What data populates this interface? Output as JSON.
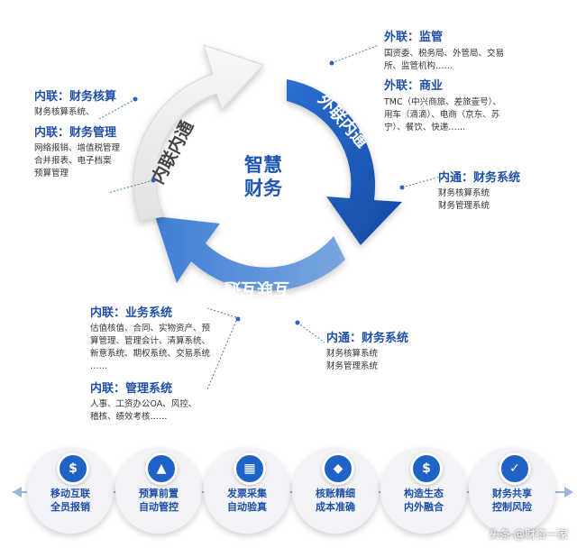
{
  "center": {
    "line1": "智慧",
    "line2": "财务"
  },
  "arrows": {
    "left": "内联内通",
    "right": "外联内通",
    "bottom": "互联互通"
  },
  "blocks": {
    "outer_regulation": {
      "heading": "外联：监管",
      "lines": [
        "国资委、税务局、外管局、交易",
        "所、监管机构……"
      ]
    },
    "outer_business": {
      "heading": "外联：商业",
      "lines": [
        "TMC（中兴商旅、差旅壹号）、",
        "用车（滴滴）、电商（京东、苏",
        "宁）、餐饮、快递……"
      ]
    },
    "inner_finance_accounting": {
      "heading": "内联：财务核算",
      "lines": [
        "财务核算系统、"
      ]
    },
    "inner_finance_mgmt": {
      "heading": "内联：财务管理",
      "lines": [
        "网络报销、增值税管理",
        "合并报表、电子档案",
        "预算管理"
      ]
    },
    "inner_comm_right": {
      "heading": "内通：财务系统",
      "lines": [
        "财务核算系统",
        "财务管理系统"
      ]
    },
    "inner_business_sys": {
      "heading": "内联：业务系统",
      "lines": [
        "估值核值、合同、实物资产、预",
        "算管理、管理会计、清算系统、",
        "新意系统、期权系统、交易系统",
        "……"
      ]
    },
    "inner_mgmt_sys": {
      "heading": "内联：管理系统",
      "lines": [
        "人事、工资办公OA、风控、",
        "稽核、绩效考核……"
      ]
    },
    "inner_comm_bottom": {
      "heading": "内通：财务系统",
      "lines": [
        "财务核算系统",
        "财务管理系统"
      ]
    }
  },
  "steps": [
    {
      "icon": "dollar-icon",
      "line1": "移动互联",
      "line2": "全员报销"
    },
    {
      "icon": "budget-icon",
      "line1": "预算前置",
      "line2": "自动管控"
    },
    {
      "icon": "invoice-icon",
      "line1": "发票采集",
      "line2": "自动验真"
    },
    {
      "icon": "shield-icon",
      "line1": "核账精细",
      "line2": "成本准确"
    },
    {
      "icon": "ecosystem-icon",
      "line1": "构造生态",
      "line2": "内外融合"
    },
    {
      "icon": "shield-check-icon",
      "line1": "财务共享",
      "line2": "控制风险"
    }
  ],
  "watermark": "头条 @财资一家",
  "colors": {
    "primary": "#1f56b5",
    "light_blue": "#4c86cf",
    "gray_arrow": "#eeeeee",
    "heading": "#1f4fa8"
  }
}
